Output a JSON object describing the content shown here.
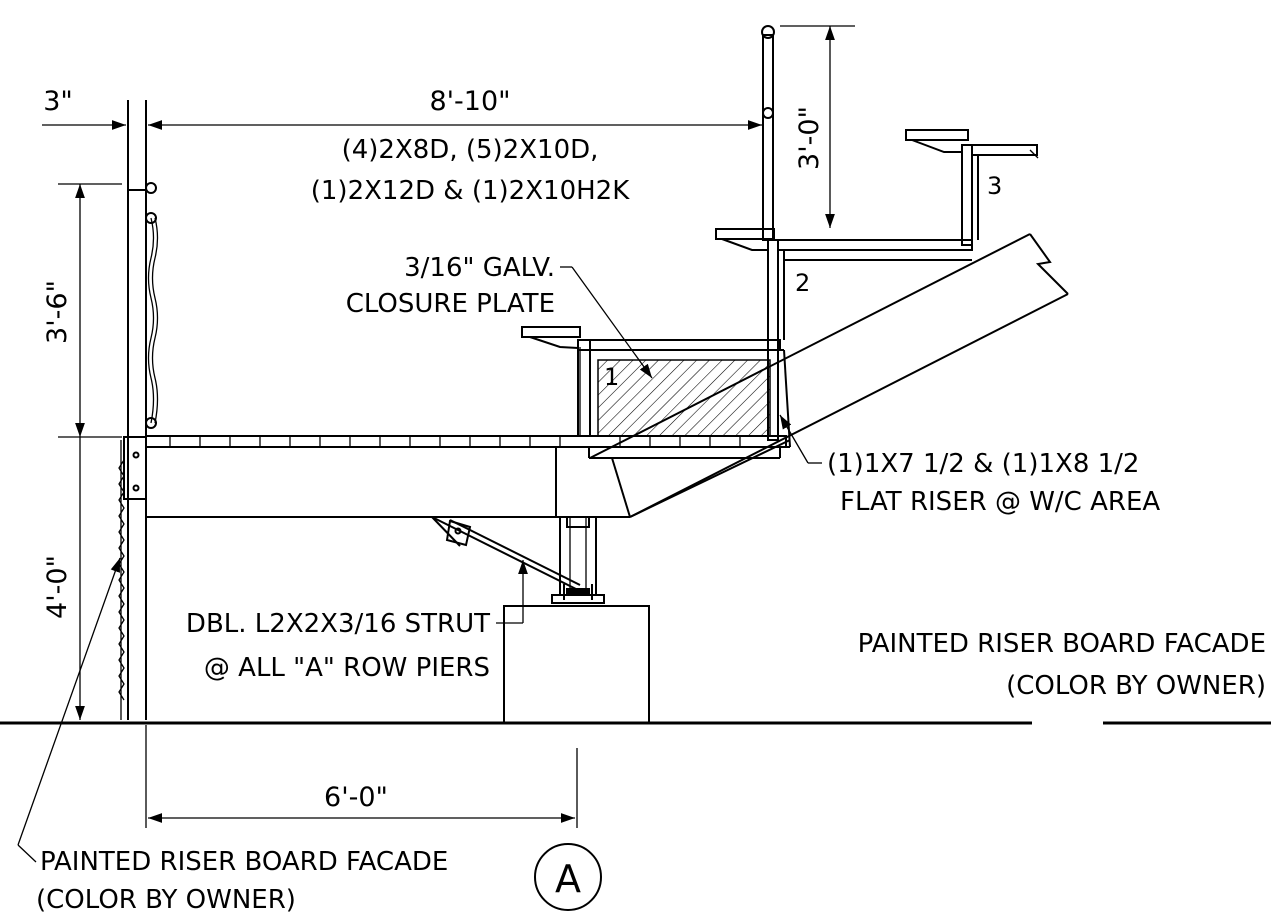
{
  "dimensions": {
    "top_left_width": "3\"",
    "top_span": "8'-10\"",
    "left_upper_height": "3'-6\"",
    "left_lower_height": "4'-0\"",
    "rail_height": "3'-0\"",
    "bottom_span": "6'-0\""
  },
  "notes": {
    "members_line1": "(4)2X8D, (5)2X10D,",
    "members_line2": "(1)2X12D & (1)2X10H2K",
    "closure_line1": "3/16\" GALV.",
    "closure_line2": "CLOSURE PLATE",
    "riser_line1": "(1)1X7 1/2 & (1)1X8 1/2",
    "riser_line2": "FLAT RISER @ W/C AREA",
    "strut_line1": "DBL. L2X2X3/16 STRUT",
    "strut_line2": "@ ALL \"A\" ROW PIERS",
    "facade_right_line1": "PAINTED RISER BOARD FACADE",
    "facade_right_line2": "(COLOR BY OWNER)",
    "facade_left_line1": "PAINTED RISER BOARD FACADE",
    "facade_left_line2": "(COLOR BY OWNER)"
  },
  "row_numbers": [
    "1",
    "2",
    "3"
  ],
  "grid_bubble": "A"
}
